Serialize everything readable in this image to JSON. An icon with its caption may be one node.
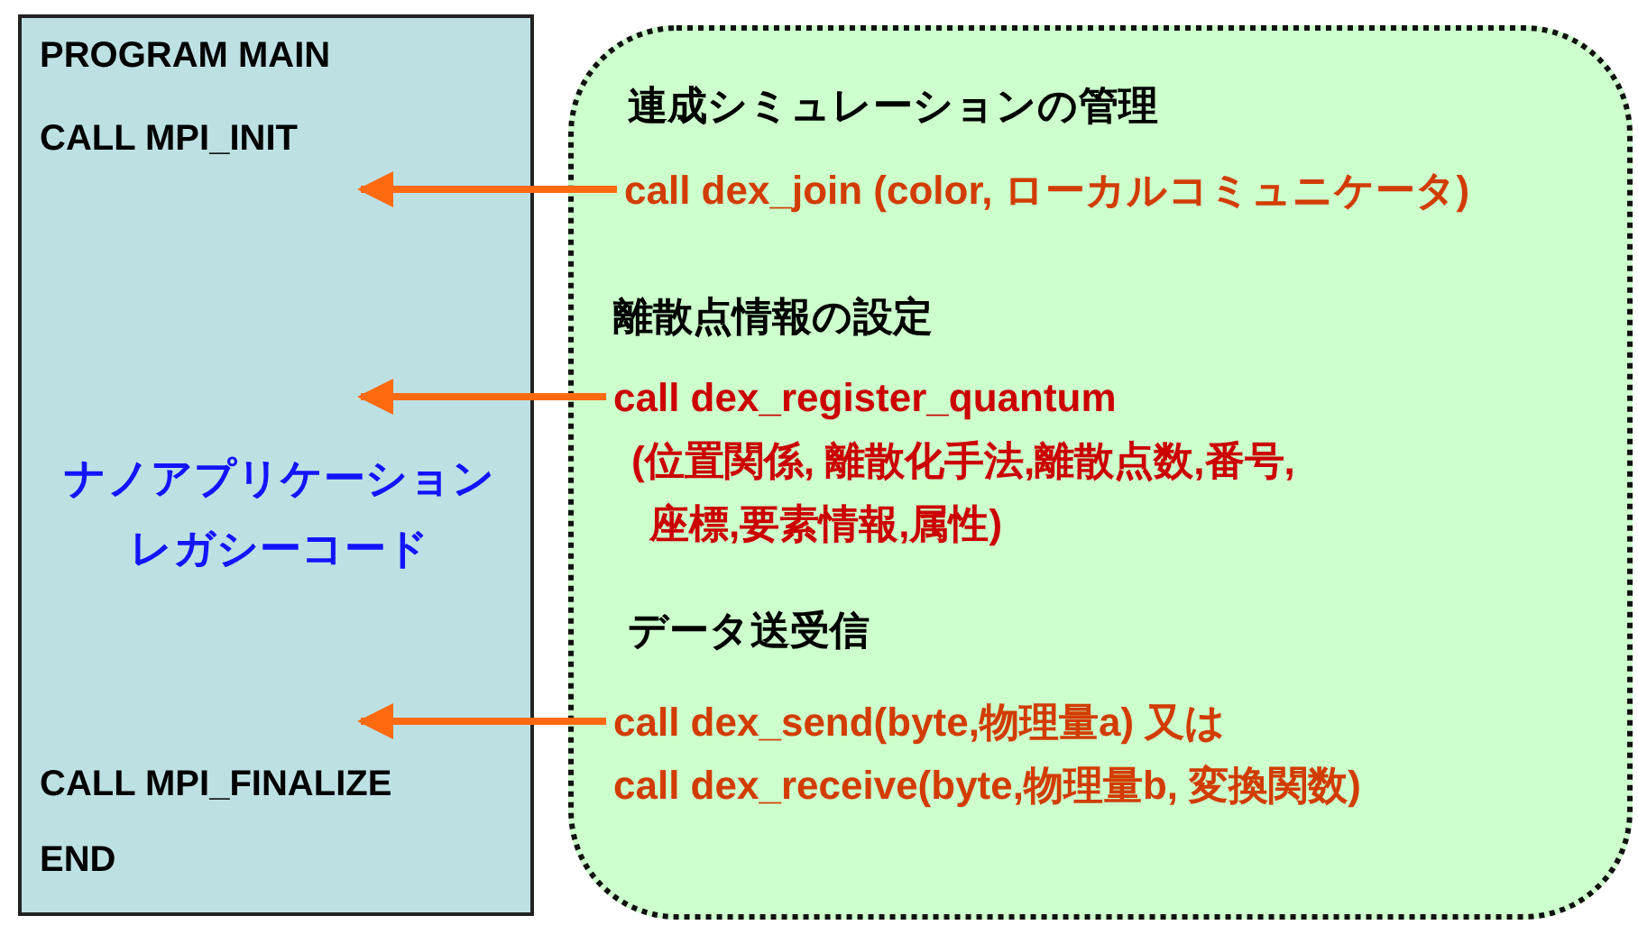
{
  "diagram": {
    "nodes": [
      {
        "text": [
          "PROGRAM MAIN",
          "CALL MPI_INIT",
          "ナノアプリケーションレガシーコード",
          "CALL MPI_FINALIZE",
          "END"
        ]
      },
      {
        "text": [
          "連成シミュレーションの管理",
          "離散点情報の設定",
          "データ送受信"
        ]
      },
      {
        "text": [
          "call dex_join (color, ローカルコミュニケータ)"
        ],
        "in": 1
      },
      {
        "text": [
          "call dex_register_quantum (位置関係, 離散化手法,離散点数,番号, 座標,要素情報,属性)"
        ],
        "in": 1
      },
      {
        "text": [
          "call dex_send(byte,物理量a) 又は call dex_receive(byte,物理量b, 変換関数)"
        ],
        "in": 1
      }
    ],
    "edges": [
      {
        "from": 2,
        "to": 0,
        "arrow": "to"
      },
      {
        "from": 3,
        "to": 0,
        "arrow": "to"
      },
      {
        "from": 4,
        "to": 0,
        "arrow": "to"
      }
    ]
  }
}
